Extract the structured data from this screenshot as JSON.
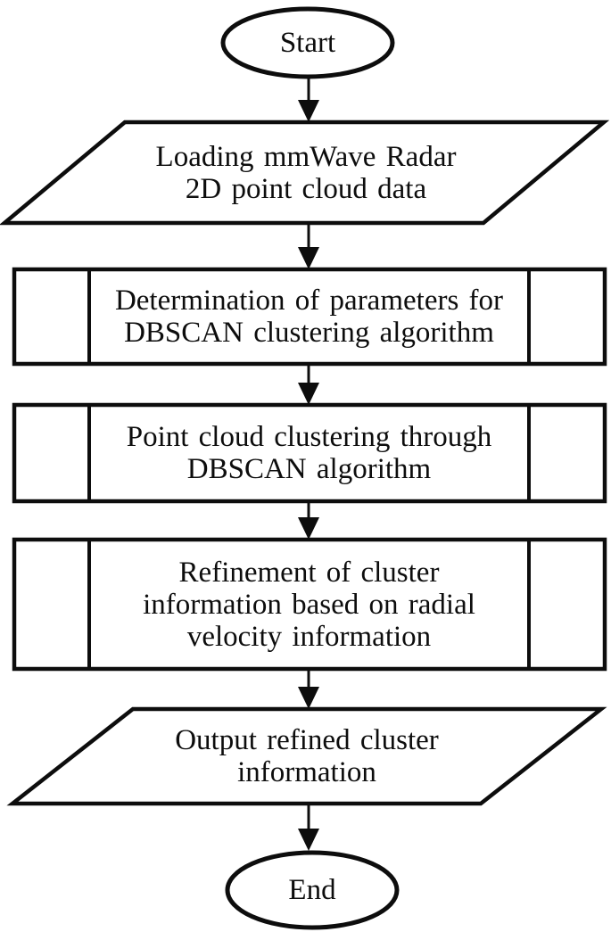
{
  "flowchart": {
    "background_color": "#ffffff",
    "line_color": "#0d0d0d",
    "text_color": "#0d0d0d",
    "nodes": [
      {
        "id": "start",
        "type": "terminator",
        "shape": "ellipse",
        "label": "Start"
      },
      {
        "id": "load-data",
        "type": "input-output",
        "shape": "parallelogram",
        "label": "Loading mmWave Radar\n2D point cloud data"
      },
      {
        "id": "determine-parameters",
        "type": "predefined-process",
        "shape": "rect-side-bars",
        "label": "Determination of parameters for\nDBSCAN clustering algorithm"
      },
      {
        "id": "dbscan-clustering",
        "type": "predefined-process",
        "shape": "rect-side-bars",
        "label": "Point cloud clustering through\nDBSCAN algorithm"
      },
      {
        "id": "refine-clusters",
        "type": "predefined-process",
        "shape": "rect-side-bars",
        "label": "Refinement of cluster\ninformation based on radial\nvelocity information"
      },
      {
        "id": "output-clusters",
        "type": "input-output",
        "shape": "parallelogram",
        "label": "Output refined cluster\ninformation"
      },
      {
        "id": "end",
        "type": "terminator",
        "shape": "ellipse",
        "label": "End"
      }
    ],
    "edges": [
      {
        "from": "start",
        "to": "load-data"
      },
      {
        "from": "load-data",
        "to": "determine-parameters"
      },
      {
        "from": "determine-parameters",
        "to": "dbscan-clustering"
      },
      {
        "from": "dbscan-clustering",
        "to": "refine-clusters"
      },
      {
        "from": "refine-clusters",
        "to": "output-clusters"
      },
      {
        "from": "output-clusters",
        "to": "end"
      }
    ]
  }
}
